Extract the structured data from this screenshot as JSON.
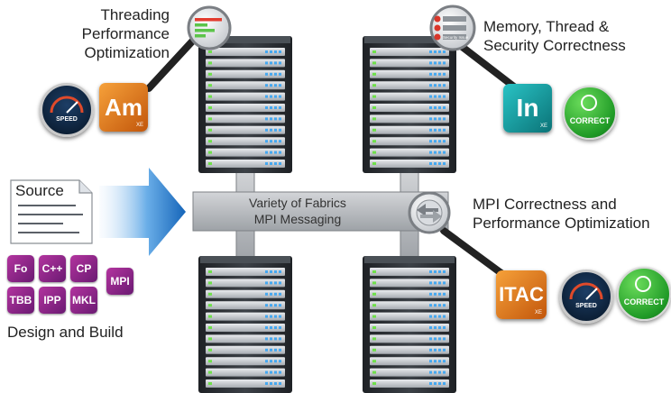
{
  "labels": {
    "threading": [
      "Threading",
      "Performance",
      "Optimization"
    ],
    "memory": [
      "Memory, Thread &",
      "Security Correctness"
    ],
    "mpi_correct": [
      "MPI Correctness and",
      "Performance Optimization"
    ],
    "design_build": "Design and Build"
  },
  "fabric": {
    "line1": "Variety of Fabrics",
    "line2": "MPI Messaging"
  },
  "source_doc": {
    "label": "Source"
  },
  "tool_tiles": [
    "Fo",
    "C++",
    "CP",
    "MPI",
    "TBB",
    "IPP",
    "MKL"
  ],
  "products": {
    "amplifier": {
      "abbr": "Am",
      "edition": "XE",
      "color": "#e58a22"
    },
    "inspector": {
      "abbr": "In",
      "edition": "XE",
      "color": "#1aa3a6"
    },
    "itac": {
      "abbr": "ITAC",
      "edition": "XE",
      "color": "#e58a22"
    }
  },
  "badges": {
    "speed": "SPEED",
    "correct": "CORRECT"
  },
  "magnifier_threading": {
    "bars": [
      "#e23b2e",
      "#5cc44a",
      "#5cc44a",
      "#5cc44a"
    ]
  },
  "magnifier_memory": {
    "rows": [
      "",
      "",
      "Security Issue"
    ]
  },
  "colors": {
    "rack": "#2b2f33",
    "fabric": "#b9bcc0",
    "arrow": "#1e74c6",
    "led_green": "#6fe04a",
    "led_blue": "#45a8f0",
    "tile_purple": "#9b2a8e"
  }
}
